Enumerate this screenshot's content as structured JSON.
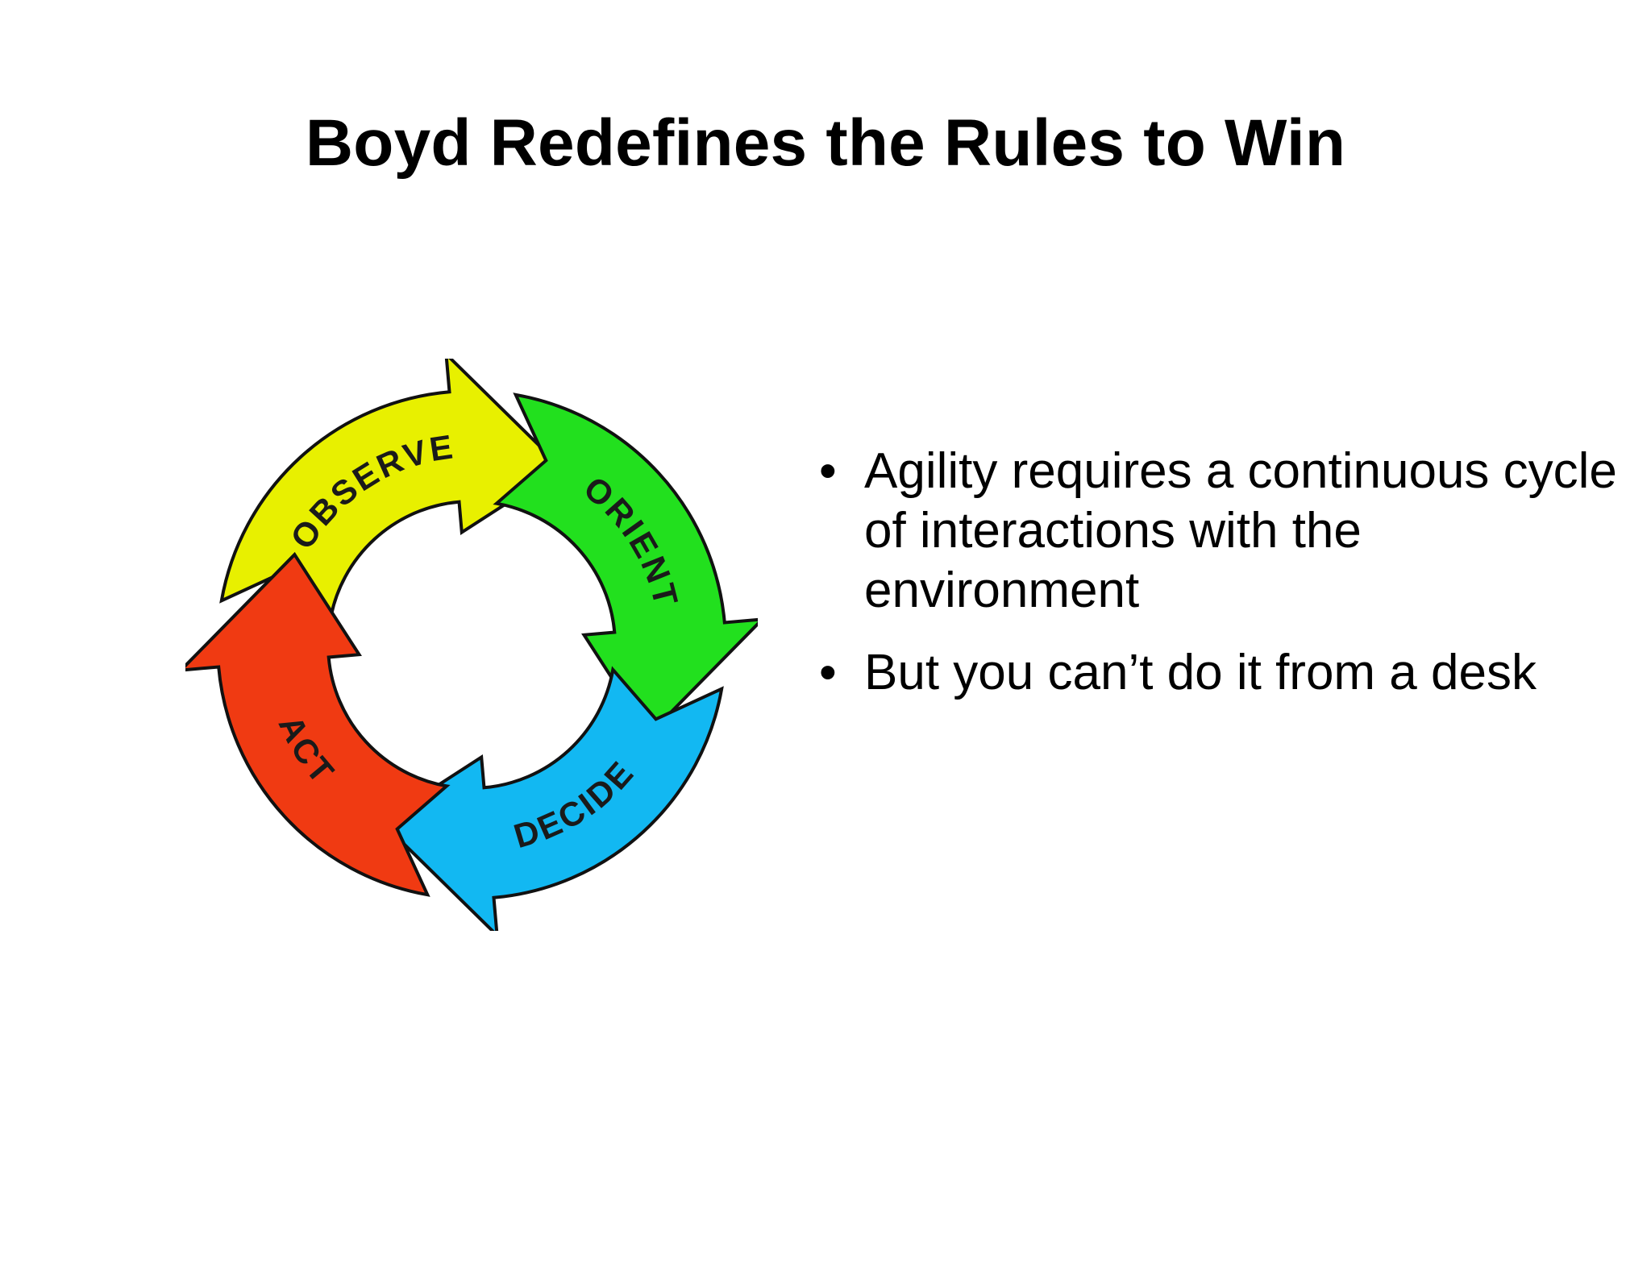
{
  "slide": {
    "title": "Boyd Redefines the Rules to Win"
  },
  "diagram": {
    "segments": [
      {
        "label": "OBSERVE",
        "color": "#e8f000"
      },
      {
        "label": "ORIENT",
        "color": "#22e01e"
      },
      {
        "label": "DECIDE",
        "color": "#12b8f2"
      },
      {
        "label": "ACT",
        "color": "#f03a12"
      }
    ],
    "outline_color": "#111111"
  },
  "bullets": [
    {
      "text": "Agility requires a continuous cycle of interactions with the environment"
    },
    {
      "text": "But you can’t do it from a desk"
    }
  ],
  "bullet_symbol": "•"
}
